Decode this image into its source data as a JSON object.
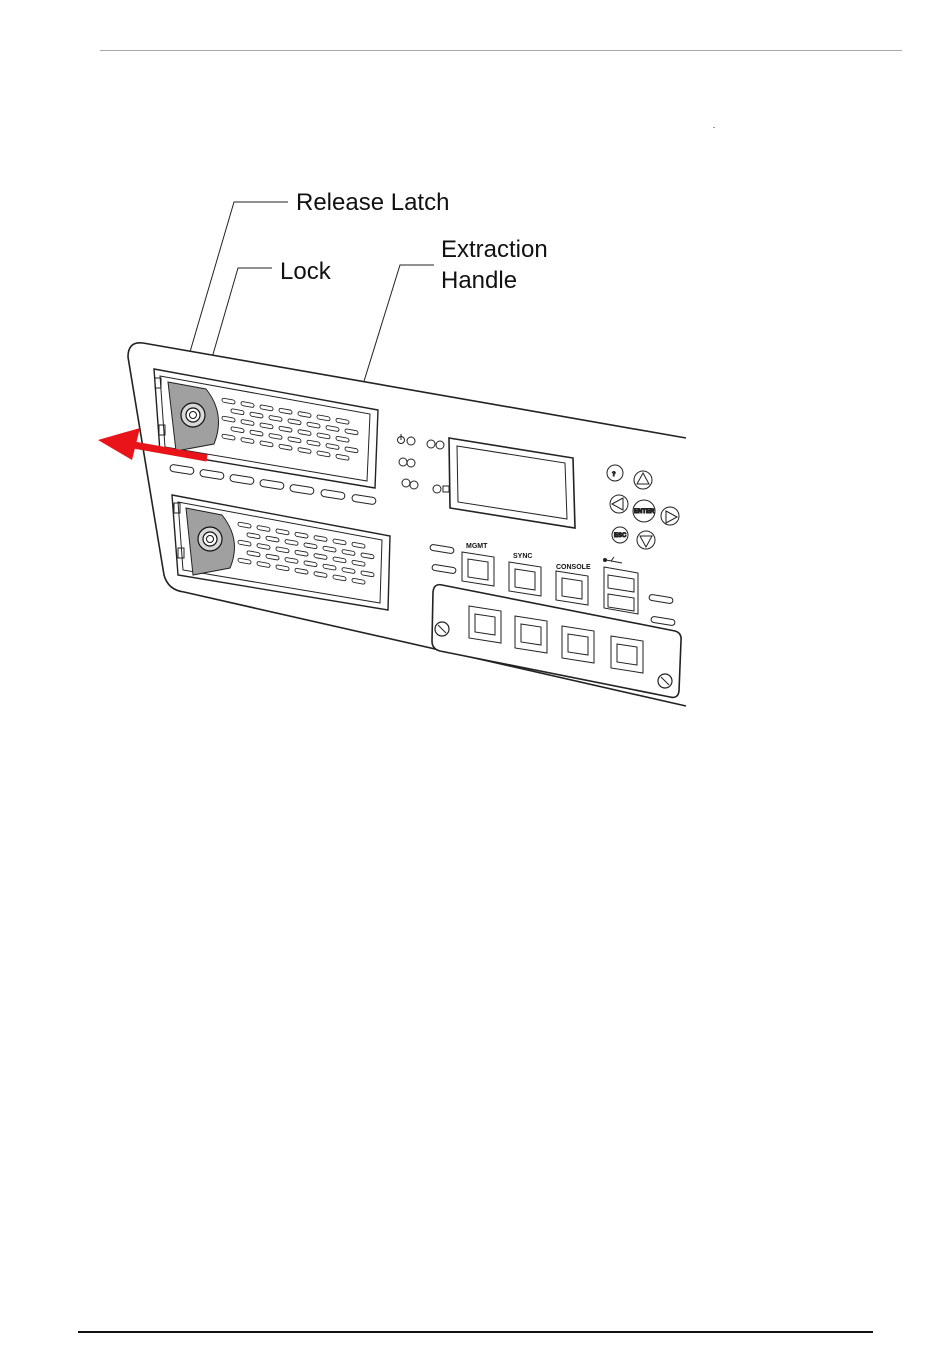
{
  "callouts": {
    "release_latch": "Release Latch",
    "lock": "Lock",
    "extraction_line1": "Extraction",
    "extraction_line2": "Handle"
  },
  "panel": {
    "ports": {
      "mgmt": "MGMT",
      "sync": "SYNC",
      "console": "CONSOLE"
    },
    "buttons": {
      "help": "?",
      "enter": "ENTER",
      "esc": "ESC"
    }
  },
  "colors": {
    "arrow": "#e8141a",
    "line": "#222222",
    "latch_fill": "#9a9a9a"
  },
  "icons": [
    "power-icon",
    "help-icon",
    "usb-icon",
    "up-arrow-icon",
    "down-arrow-icon",
    "left-arrow-icon",
    "right-arrow-icon"
  ]
}
